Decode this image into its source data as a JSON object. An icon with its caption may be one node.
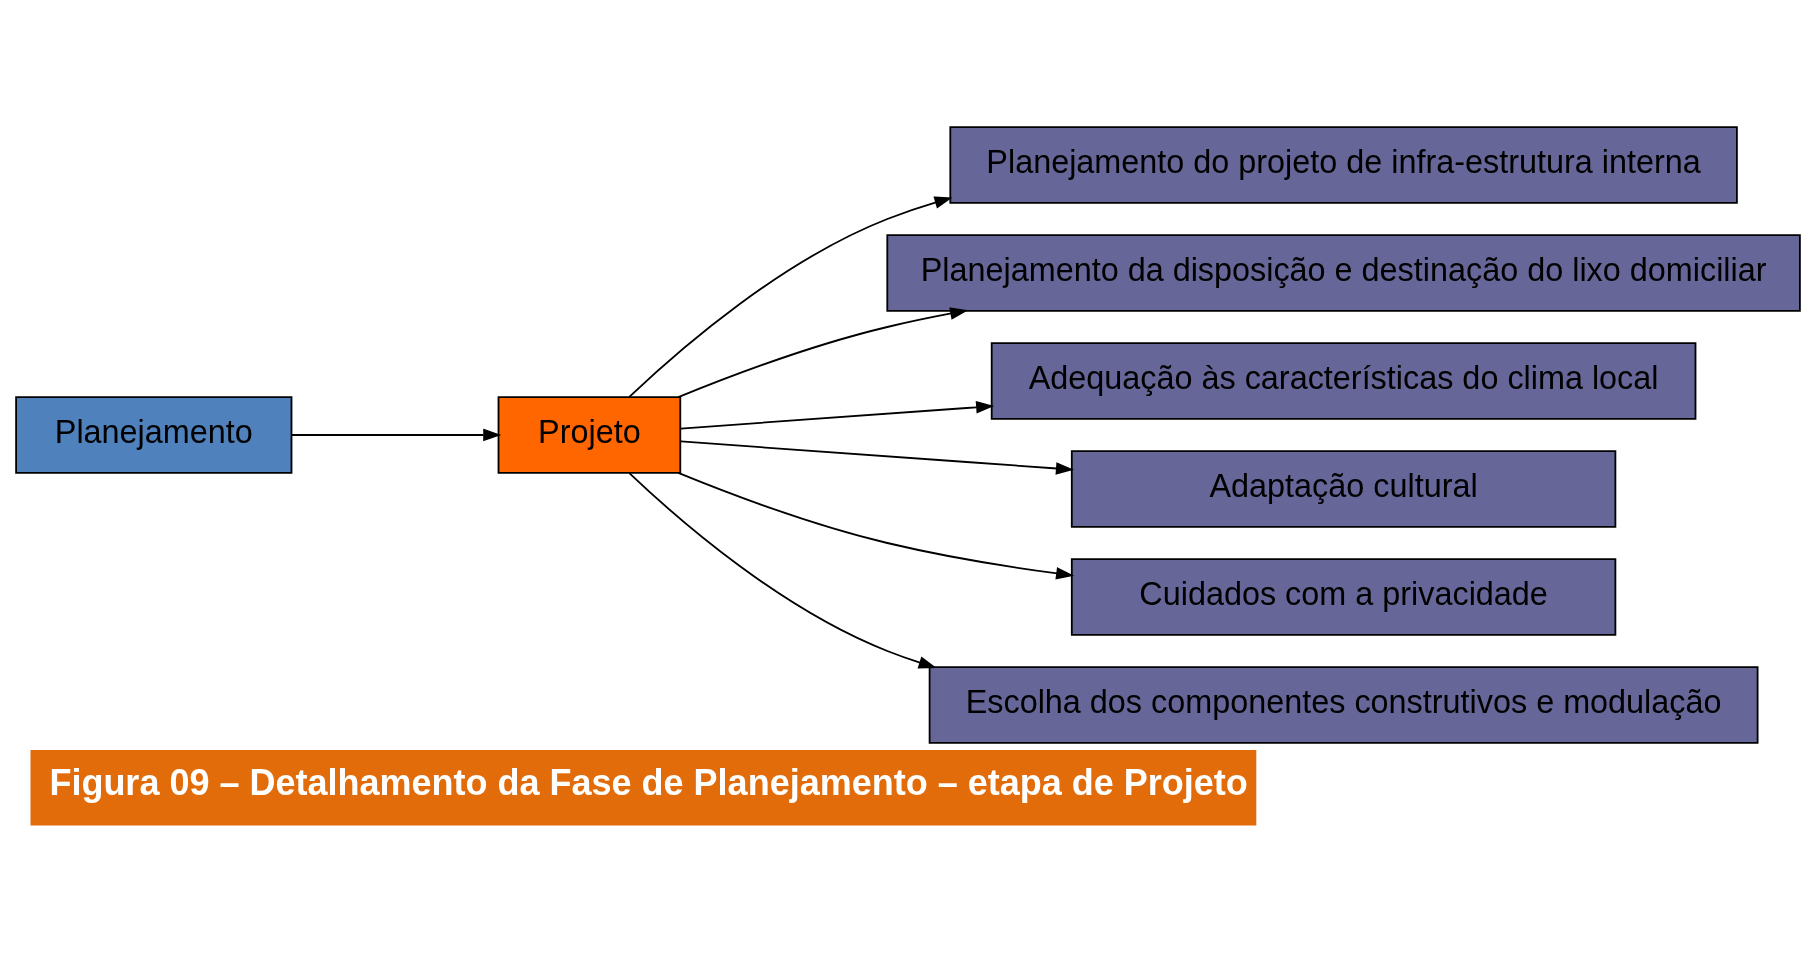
{
  "diagram": {
    "caption": "Figura 09 – Detalhamento da Fase de Planejamento – etapa de Projeto",
    "nodes": [
      {
        "text": [
          "Planejamento"
        ]
      },
      {
        "text": [
          "Projeto"
        ]
      },
      {
        "text": [
          "Planejamento do projeto de infra-estrutura interna"
        ]
      },
      {
        "text": [
          "Planejamento da disposição e destinação do lixo domiciliar"
        ]
      },
      {
        "text": [
          "Adequação às características do clima local"
        ]
      },
      {
        "text": [
          "Adaptação cultural"
        ]
      },
      {
        "text": [
          "Cuidados com a privacidade"
        ]
      },
      {
        "text": [
          "Escolha dos componentes construtivos e modulação"
        ]
      }
    ],
    "edges": [
      {
        "from": 0,
        "to": 1,
        "arrow": "to"
      },
      {
        "from": 1,
        "to": 2,
        "arrow": "to"
      },
      {
        "from": 1,
        "to": 3,
        "arrow": "to"
      },
      {
        "from": 1,
        "to": 4,
        "arrow": "to"
      },
      {
        "from": 1,
        "to": 5,
        "arrow": "to"
      },
      {
        "from": 1,
        "to": 6,
        "arrow": "to"
      },
      {
        "from": 1,
        "to": 7,
        "arrow": "to"
      }
    ]
  }
}
